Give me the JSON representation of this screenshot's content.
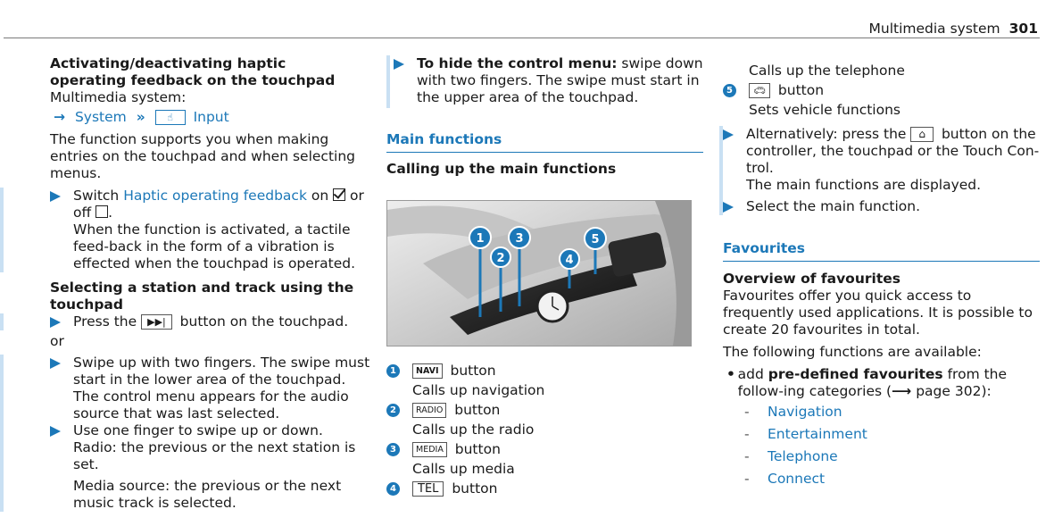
{
  "header": {
    "title": "Multimedia system",
    "page_number": "301"
  },
  "col1": {
    "h1": "Activating/deactivating haptic operating feedback on the touchpad",
    "path_intro": "Multimedia system:",
    "path_system": "System",
    "path_input": "Input",
    "p1": "The function supports you when making entries on the touchpad and when selecting menus.",
    "s1_prefix": "Switch",
    "s1_link": "Haptic operating feedback",
    "s1_on": "on",
    "s1_or": "or",
    "s1_off": "off",
    "s1_period": ".",
    "s1_result": "When the function is activated, a tactile feed-back in the form of a vibration is effected when the touchpad is operated.",
    "h2": "Selecting a station and track using the touchpad",
    "s2_prefix": "Press the",
    "s2_suffix": "button on the touchpad.",
    "or": "or",
    "s3": "Swipe up with two fingers. The swipe must start in the lower area of the touchpad.",
    "s3_result": "The control menu appears for the audio source that was last selected.",
    "s4": "Use one finger to swipe up or down.",
    "s4_radio": "Radio: the previous or the next station is set.",
    "s4_media": "Media source: the previous or the next music track is selected."
  },
  "col2": {
    "hide_bold": "To hide the control menu:",
    "hide_text": "swipe down with two fingers. The swipe must start in the upper area of the touchpad.",
    "section": "Main functions",
    "subhead": "Calling up the main functions",
    "items": [
      {
        "n": "1",
        "key": "NAVI",
        "label": "button",
        "desc": "Calls up navigation"
      },
      {
        "n": "2",
        "key": "RADIO",
        "label": "button",
        "desc": "Calls up the radio"
      },
      {
        "n": "3",
        "key": "MEDIA",
        "label": "button",
        "desc": "Calls up media"
      },
      {
        "n": "4",
        "key": "TEL",
        "label": "button",
        "desc": ""
      }
    ]
  },
  "col3": {
    "tel_desc": "Calls up the telephone",
    "item5_n": "5",
    "item5_label": "button",
    "item5_desc": "Sets vehicle functions",
    "alt_prefix": "Alternatively: press the",
    "alt_suffix": "button on the controller, the touchpad or the Touch Con-trol.",
    "alt_result": "The main functions are displayed.",
    "select": "Select the main function.",
    "section": "Favourites",
    "overview_head": "Overview of favourites",
    "overview_p": "Favourites offer you quick access to frequently used applications. It is possible to create 20 favourites in total.",
    "available": "The following functions are available:",
    "bullet_prefix": "add",
    "bullet_bold": "pre-defined favourites",
    "bullet_mid": "from the follow-ing categories (",
    "bullet_ref": "page 302):",
    "categories": [
      "Navigation",
      "Entertainment",
      "Telephone",
      "Connect"
    ]
  },
  "figure": {
    "callouts": [
      "1",
      "2",
      "3",
      "4",
      "5"
    ]
  }
}
